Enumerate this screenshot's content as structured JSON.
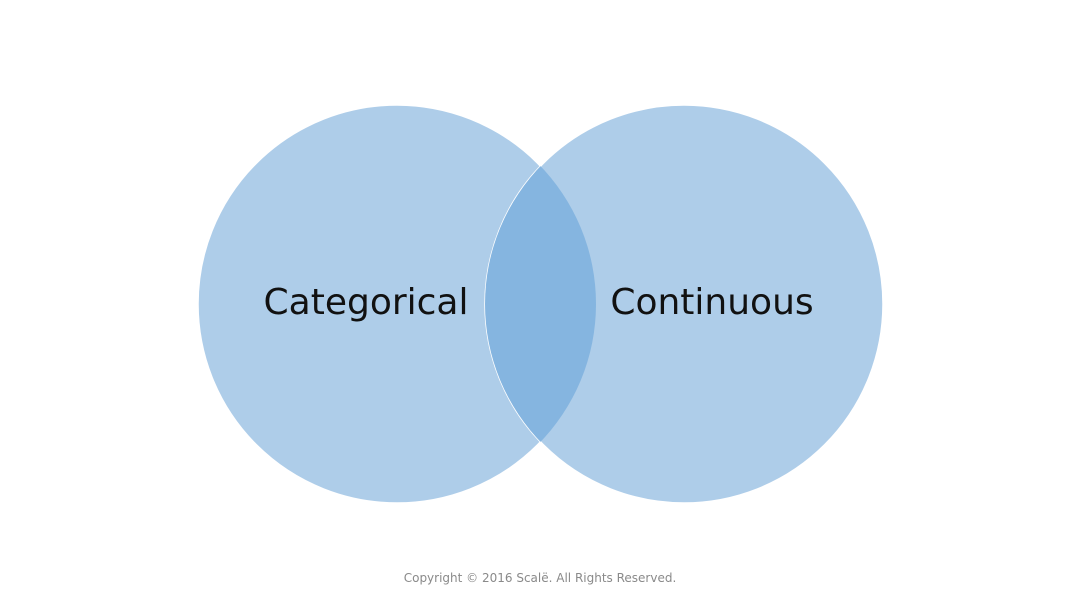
{
  "diagram": {
    "type": "venn",
    "sets": [
      {
        "label": "Categorical"
      },
      {
        "label": "Continuous"
      }
    ],
    "colors": {
      "circle_fill": "#aecde9",
      "overlap_fill": "#85b5e0",
      "circle_stroke": "#ffffff"
    }
  },
  "footer": {
    "copyright": "Copyright © 2016 Scalë. All Rights Reserved."
  }
}
